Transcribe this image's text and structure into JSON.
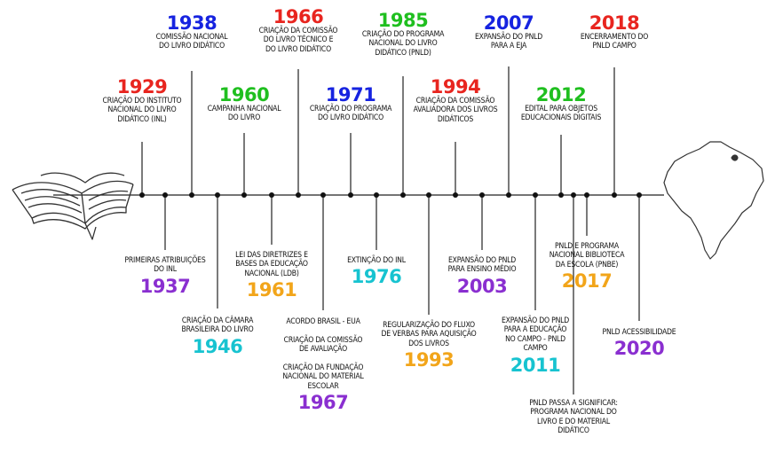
{
  "colors": {
    "red": "#e8251f",
    "blue": "#1623e0",
    "green": "#1fbf1f",
    "purple": "#8a2fd0",
    "teal": "#17c3d0",
    "orange": "#f2a51a"
  },
  "icons": {
    "left": "open-book-icon",
    "right": "brazil-map-icon"
  },
  "events_top": [
    {
      "id": "1929",
      "year": "1929",
      "color": "#e8251f",
      "text": "Criação do Instituto\nNacional do Livro\nDidático (INL)"
    },
    {
      "id": "1938",
      "year": "1938",
      "color": "#1623e0",
      "text": "Comissão Nacional\ndo Livro Didático"
    },
    {
      "id": "1960",
      "year": "1960",
      "color": "#1fbf1f",
      "text": "Campanha Nacional\ndo Livro"
    },
    {
      "id": "1966",
      "year": "1966",
      "color": "#e8251f",
      "text": "Criação da Comissão\ndo Livro Técnico e\ndo Livro Didático"
    },
    {
      "id": "1971",
      "year": "1971",
      "color": "#1623e0",
      "text": "Criação do Programa\ndo Livro Didático"
    },
    {
      "id": "1985",
      "year": "1985",
      "color": "#1fbf1f",
      "text": "Criação do Programa\nNacional do Livro\nDidático (PNLD)"
    },
    {
      "id": "1994",
      "year": "1994",
      "color": "#e8251f",
      "text": "Criação da Comissão\nAvaliadora dos Livros\nDidáticos"
    },
    {
      "id": "2007",
      "year": "2007",
      "color": "#1623e0",
      "text": "Expansão do PNLD\npara a EJA"
    },
    {
      "id": "2012",
      "year": "2012",
      "color": "#1fbf1f",
      "text": "Edital para objetos\neducacionais digitais"
    },
    {
      "id": "2018",
      "year": "2018",
      "color": "#e8251f",
      "text": "Encerramento do\nPNLD Campo"
    }
  ],
  "events_bottom": [
    {
      "id": "1937",
      "year": "1937",
      "color": "#8a2fd0",
      "text": "Primeiras atribuições\ndo INL"
    },
    {
      "id": "1946",
      "year": "1946",
      "color": "#17c3d0",
      "text": "Criação da Câmara\nBrasileira do Livro"
    },
    {
      "id": "1961",
      "year": "1961",
      "color": "#f2a51a",
      "text": "Lei das Diretrizes e\nBases da Educação\nNacional (LDB)"
    },
    {
      "id": "1967",
      "year": "1967",
      "color": "#8a2fd0",
      "text": "Acordo Brasil - EUA\n\nCriação da Comissão\nde Avaliação\n\nCriação da Fundação\nNacional do Material\nEscolar"
    },
    {
      "id": "1976",
      "year": "1976",
      "color": "#17c3d0",
      "text": "Extinção do INL"
    },
    {
      "id": "1993",
      "year": "1993",
      "color": "#f2a51a",
      "text": "Regularização do fluxo\nde verbas para aquisição\ndos livros"
    },
    {
      "id": "2003",
      "year": "2003",
      "color": "#8a2fd0",
      "text": "Expansão do PNLD\npara Ensino Médio"
    },
    {
      "id": "2011",
      "year": "2011",
      "color": "#17c3d0",
      "text": "Expansão do PNLD\npara a Educação\nno Campo - PNLD\nCampo"
    },
    {
      "id": "2017",
      "year": "2017",
      "color": "#f2a51a",
      "text": "PNLD e Programa\nNacional Biblioteca\nda Escola (PNBE)"
    },
    {
      "id": "2017b",
      "year": "",
      "color": "#111111",
      "text": "PNLD passa a significar:\nPrograma Nacional do\nLivro e do Material\nDidático"
    },
    {
      "id": "2020",
      "year": "2020",
      "color": "#8a2fd0",
      "text": "PNLD Acessibilidade"
    }
  ]
}
